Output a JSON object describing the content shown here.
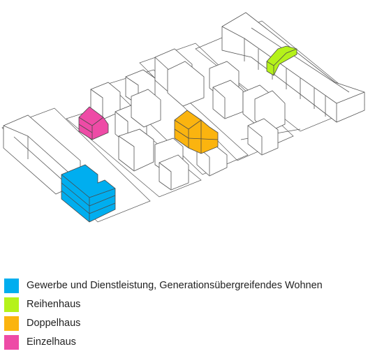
{
  "colors": {
    "gewerbe": "#00AEEF",
    "reihenhaus": "#B5F21A",
    "doppelhaus": "#FBB40F",
    "einzelhaus": "#EE4BA6",
    "outline": "#4A4A4A"
  },
  "legend": [
    {
      "label": "Gewerbe und Dienstleistung, Generationsübergreifendes Wohnen",
      "color": "#00AEEF"
    },
    {
      "label": "Reihenhaus",
      "color": "#B5F21A"
    },
    {
      "label": "Doppelhaus",
      "color": "#FBB40F"
    },
    {
      "label": "Einzelhaus",
      "color": "#EE4BA6"
    }
  ]
}
